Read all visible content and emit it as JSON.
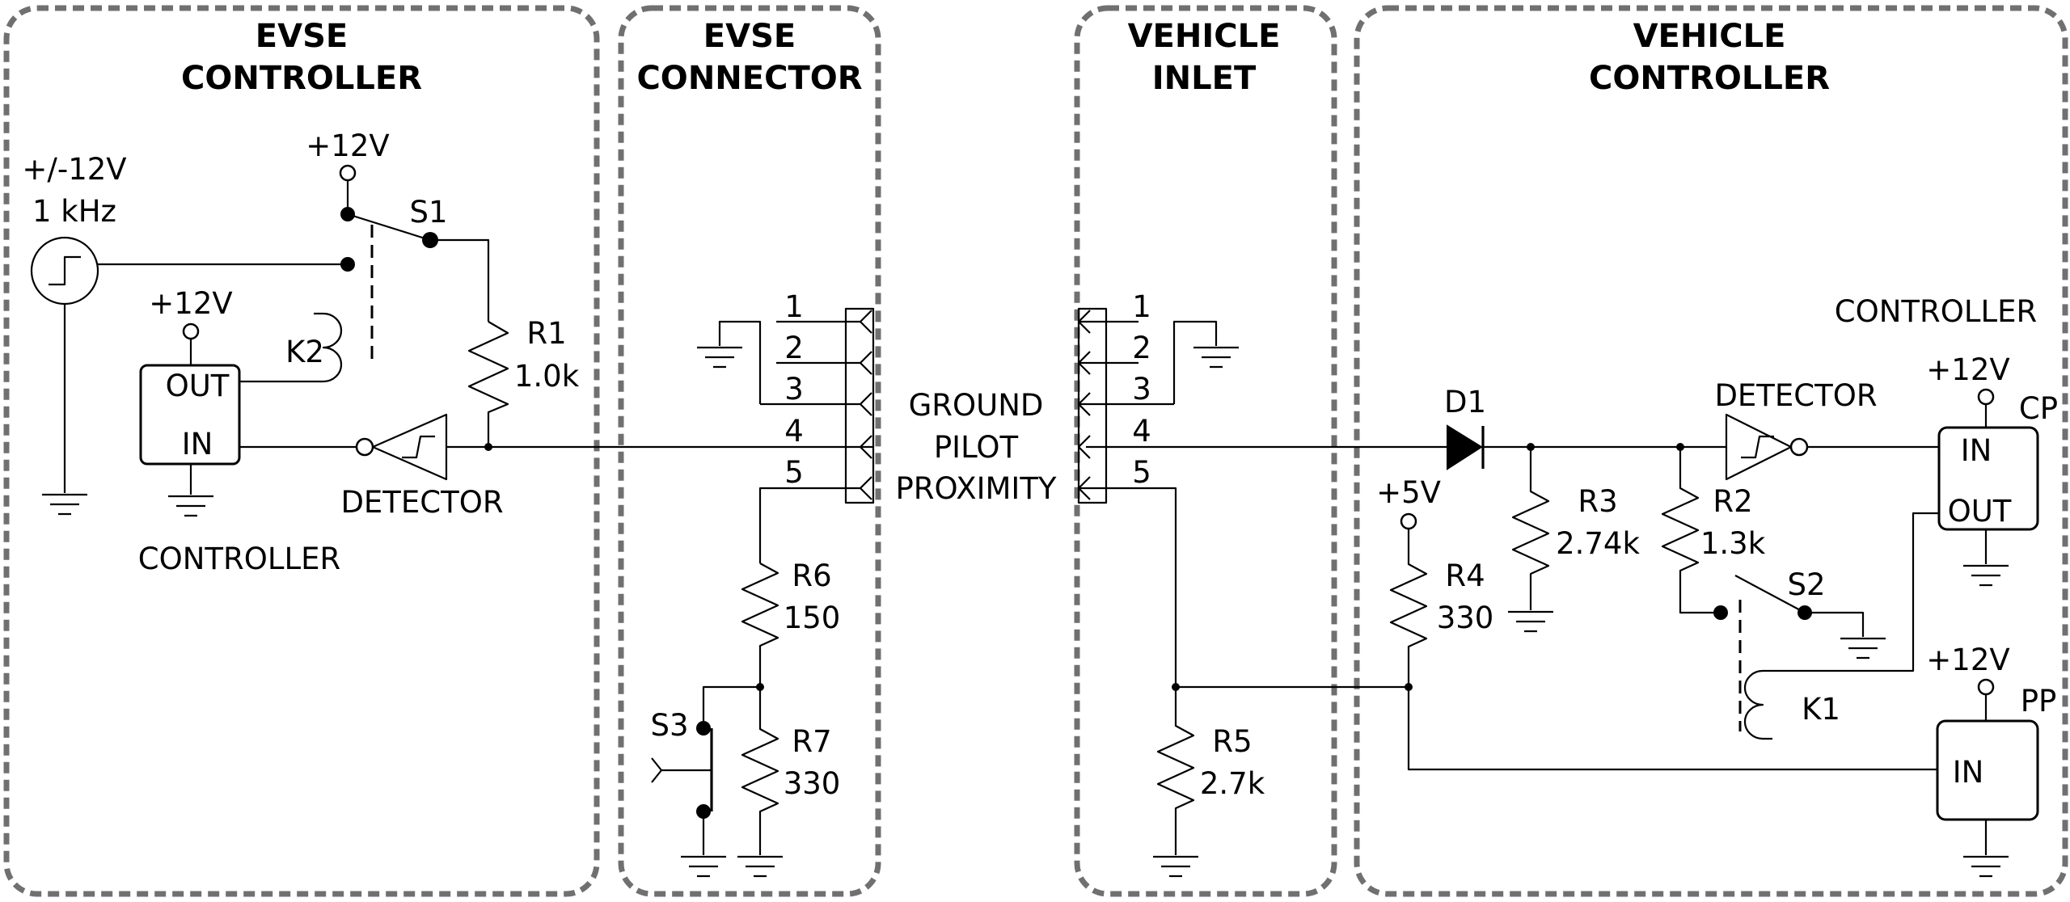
{
  "sections": {
    "evse_controller": [
      "EVSE",
      "CONTROLLER"
    ],
    "evse_connector": [
      "EVSE",
      "CONNECTOR"
    ],
    "vehicle_inlet": [
      "VEHICLE",
      "INLET"
    ],
    "vehicle_controller": [
      "VEHICLE",
      "CONTROLLER"
    ]
  },
  "source": {
    "voltage": "+/-12V",
    "frequency": "1 kHz"
  },
  "supply": {
    "p12": "+12V",
    "p5": "+5V"
  },
  "blocks": {
    "controller": "CONTROLLER",
    "detector": "DETECTOR",
    "out": "OUT",
    "in": "IN",
    "cp": "CP",
    "pp": "PP"
  },
  "switches": {
    "s1": "S1",
    "s2": "S2",
    "s3": "S3"
  },
  "relays": {
    "k1": "K1",
    "k2": "K2"
  },
  "diode": "D1",
  "resistors": {
    "r1": {
      "name": "R1",
      "value": "1.0k"
    },
    "r2": {
      "name": "R2",
      "value": "1.3k"
    },
    "r3": {
      "name": "R3",
      "value": "2.74k"
    },
    "r4": {
      "name": "R4",
      "value": "330"
    },
    "r5": {
      "name": "R5",
      "value": "2.7k"
    },
    "r6": {
      "name": "R6",
      "value": "150"
    },
    "r7": {
      "name": "R7",
      "value": "330"
    }
  },
  "pins": [
    "1",
    "2",
    "3",
    "4",
    "5"
  ],
  "signals": {
    "ground": "GROUND",
    "pilot": "PILOT",
    "proximity": "PROXIMITY"
  }
}
